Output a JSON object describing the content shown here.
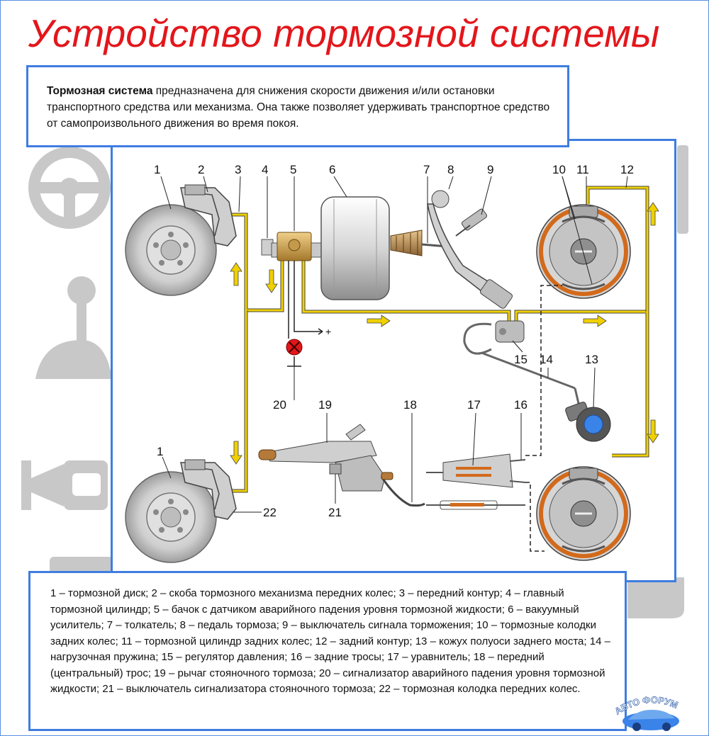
{
  "title": "Устройство тормозной системы",
  "intro": {
    "bold": "Тормозная система",
    "text": " предназначена для снижения скорости движения и/или остановки транспортного средства или механизма. Она также позволяет удерживать транспортное средство от самопроизвольного движения во время покоя."
  },
  "diagram": {
    "labels": [
      "1",
      "2",
      "3",
      "4",
      "5",
      "6",
      "7",
      "8",
      "9",
      "10",
      "11",
      "12",
      "13",
      "14",
      "15",
      "16",
      "17",
      "18",
      "19",
      "20",
      "21",
      "22"
    ],
    "plus_sign": "+",
    "colors": {
      "brake_line": "#f0d000",
      "flow_arrow": "#f0d000",
      "drum_lining": "#d26a1c",
      "panel_border": "#3f7de0",
      "warning_lamp": "#e3161b"
    }
  },
  "legend": "1 – тормозной диск; 2 – скоба тормозного механизма передних колес; 3 – передний контур; 4 – главный тормозной цилиндр; 5 – бачок с датчиком аварийного падения уровня тормозной жидкости; 6 – вакуумный усилитель; 7 – толкатель; 8 – педаль тормоза; 9 – выключатель сигнала торможения; 10 – тормозные колодки задних колес; 11 – тормозной цилиндр задних колес; 12 – задний контур; 13 – кожух полуоси заднего моста; 14 – нагрузочная пружина; 15 – регулятор давления; 16 – задние тросы; 17 – уравнитель; 18 – передний (центральный) трос; 19 – рычаг стояночного тормоза; 20 – сигнализатор аварийного падения уровня тормозной жидкости; 21 – выключатель сигнализатора стояночного тормоза; 22 – тормозная колодка передних колес.",
  "logo_text": "АВТО ФОРУМ",
  "background_icons": [
    "steering-wheel-icon",
    "gear-shift-icon",
    "horn-icon",
    "seat-icon",
    "door-icon"
  ]
}
